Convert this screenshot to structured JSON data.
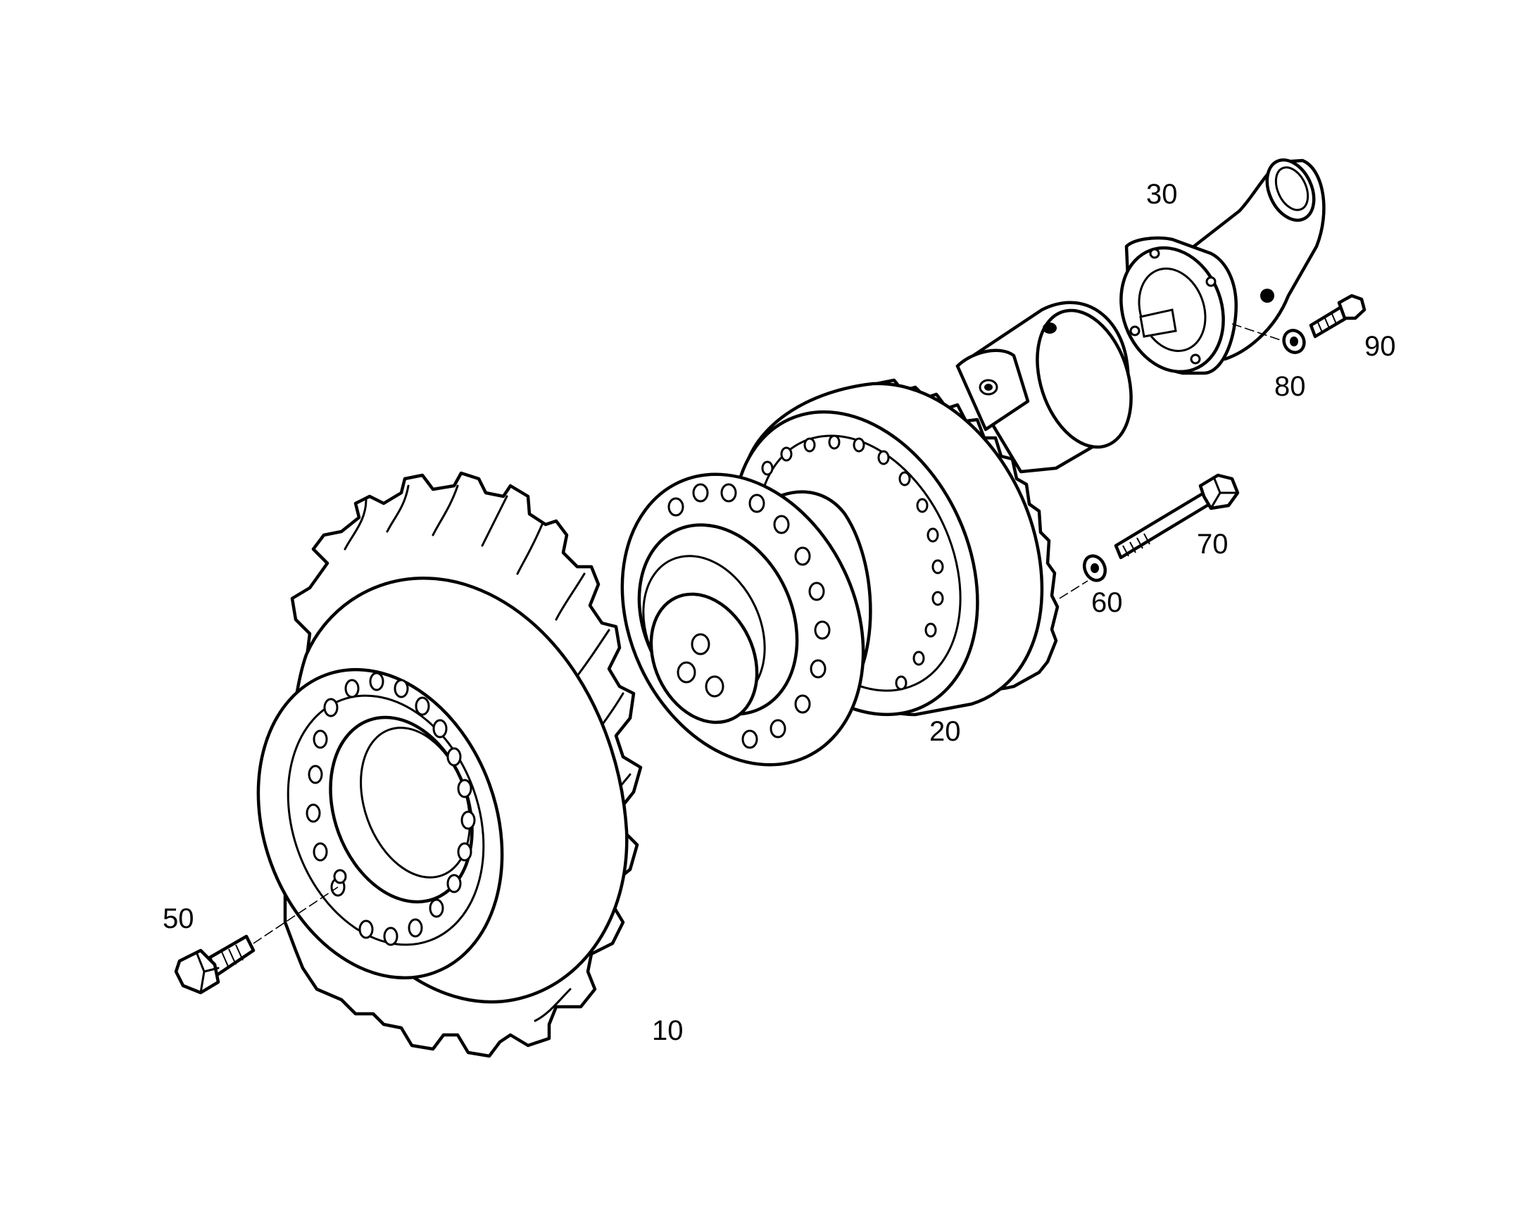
{
  "callouts": [
    {
      "id": "p10",
      "label": "10"
    },
    {
      "id": "p20",
      "label": "20"
    },
    {
      "id": "p30",
      "label": "30"
    },
    {
      "id": "p50",
      "label": "50"
    },
    {
      "id": "p60",
      "label": "60"
    },
    {
      "id": "p70",
      "label": "70"
    },
    {
      "id": "p80",
      "label": "80"
    },
    {
      "id": "p90",
      "label": "90"
    }
  ]
}
